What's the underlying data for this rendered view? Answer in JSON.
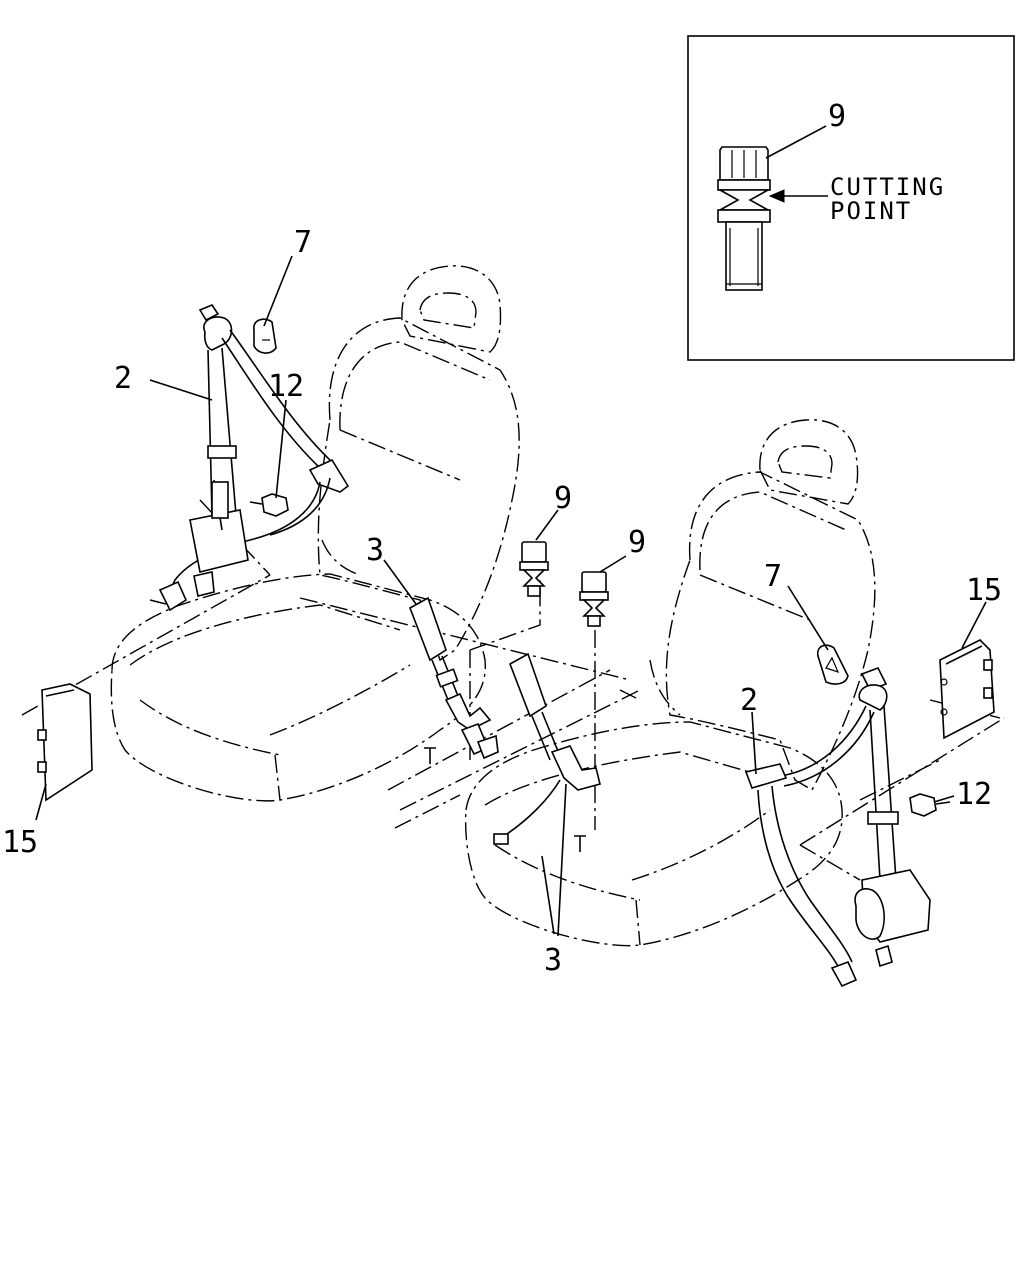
{
  "inset": {
    "part_number": "9",
    "label_line1": "CUTTING",
    "label_line2": "POINT"
  },
  "callouts": {
    "left_anchor_cover": "7",
    "left_retractor_belt": "2",
    "left_bolt": "12",
    "left_buckle": "3",
    "left_trim_panel": "15",
    "center_bolt_a": "9",
    "center_bolt_b": "9",
    "right_anchor_cover": "7",
    "right_trim_panel": "15",
    "right_retractor_belt": "2",
    "right_bolt": "12",
    "right_buckle": "3"
  }
}
